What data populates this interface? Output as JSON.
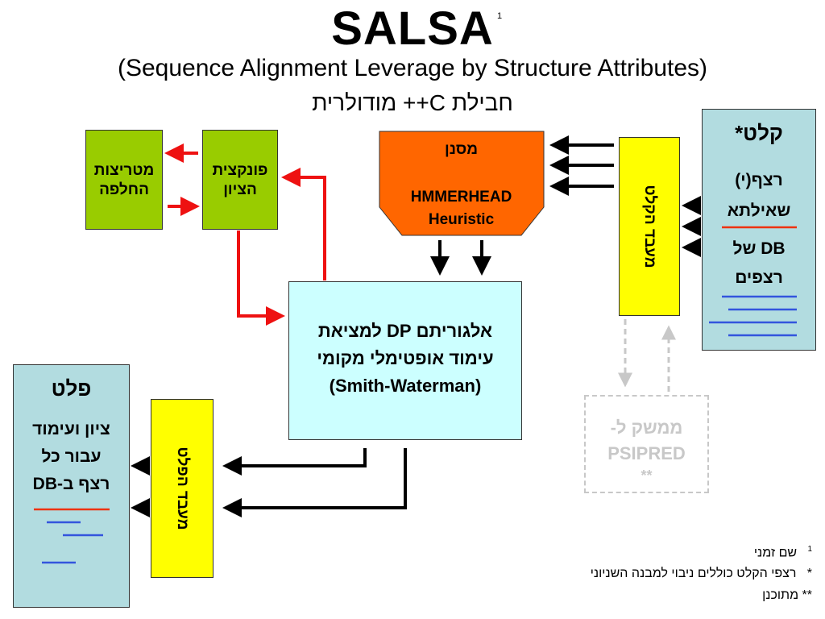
{
  "title": "SALSA",
  "title_footnote": "1",
  "subtitle": "(Sequence Alignment Leverage by Structure Attributes)",
  "subtitle2": "חבילת C++ מודולרית",
  "matrices": {
    "line1": "מטריצות",
    "line2": "החלפה"
  },
  "scoring": {
    "line1": "פונקצית",
    "line2": "הציון"
  },
  "filter": {
    "label": "מסנן",
    "line1": "HMMERHEAD",
    "line2": "Heuristic"
  },
  "dp": {
    "line1": "אלגוריתם DP למציאת",
    "line2": "עימוד אופטימלי מקומי",
    "line3": "(Smith-Waterman)"
  },
  "input_processor": {
    "label": "מעבד הקלט"
  },
  "output_processor": {
    "label": "מעבד הפלט"
  },
  "input": {
    "title": "קלט*",
    "line1": "רצף(י)",
    "line2": "שאילתא",
    "line3": "DB של",
    "line4": "רצפים"
  },
  "output": {
    "title": "פלט",
    "line1": "ציון ועימוד",
    "line2": "עבור כל",
    "line3": "רצף ב-DB"
  },
  "psipred": {
    "line1": "ממשק ל-",
    "line2": "PSIPRED",
    "line3": "**"
  },
  "notes": [
    {
      "mark": "1",
      "text": "שם זמני"
    },
    {
      "mark": "*",
      "text": "רצפי הקלט כוללים ניבוי למבנה השניוני"
    },
    {
      "mark": "**",
      "text": "מתוכנן"
    }
  ],
  "colors": {
    "green": "#99cc00",
    "yellow": "#ffff00",
    "orange": "#ff6600",
    "cyan": "#ccffff",
    "light_blue": "#b2dce0",
    "red_arrow": "#ee1111",
    "blue_line": "#3355dd",
    "dashed": "#c8c8c8"
  }
}
